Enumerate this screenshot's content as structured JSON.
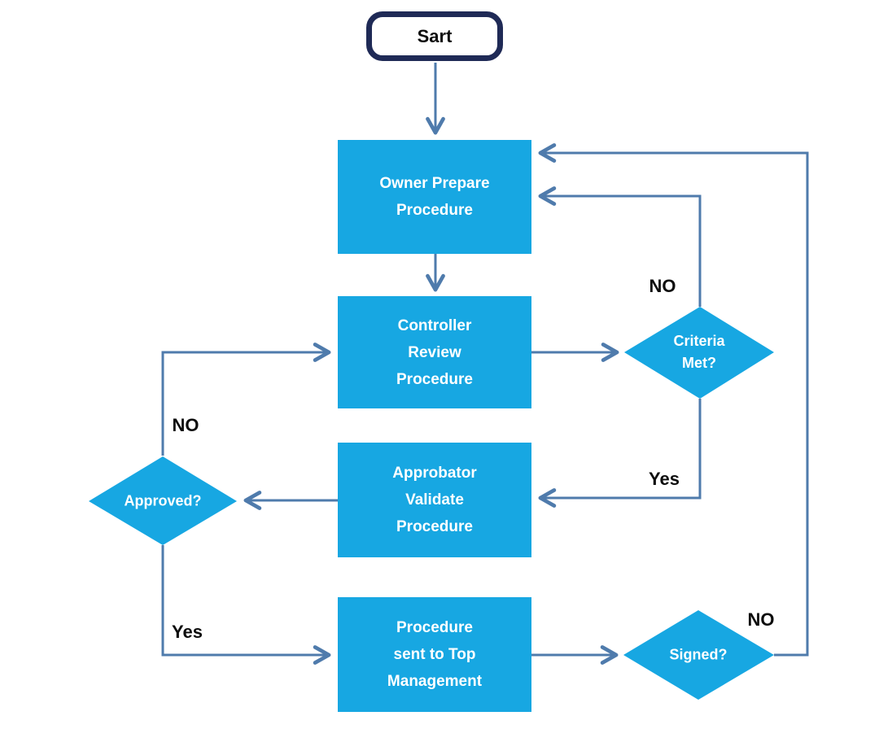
{
  "diagram": {
    "type": "flowchart",
    "colors": {
      "node_fill": "#17a7e2",
      "node_text": "#ffffff",
      "connector": "#4f7bac",
      "terminator_border": "#1f2a56",
      "edge_label_text": "#0d0d0d",
      "background": "#ffffff"
    },
    "nodes": {
      "start": {
        "label": "Sart",
        "type": "terminator"
      },
      "owner": {
        "label": "Owner Prepare\nProcedure",
        "type": "process"
      },
      "controller": {
        "label": "Controller\nReview\nProcedure",
        "type": "process"
      },
      "criteria": {
        "label": "Criteria\nMet?",
        "type": "decision"
      },
      "approbator": {
        "label": "Approbator\nValidate\nProcedure",
        "type": "process"
      },
      "approved": {
        "label": "Approved?",
        "type": "decision"
      },
      "procedure_sent": {
        "label": "Procedure\nsent to Top\nManagement",
        "type": "process"
      },
      "signed": {
        "label": "Signed?",
        "type": "decision"
      }
    },
    "edges": {
      "start_to_owner": {
        "from": "start",
        "to": "owner",
        "label": ""
      },
      "owner_to_controller": {
        "from": "owner",
        "to": "controller",
        "label": ""
      },
      "controller_to_criteria": {
        "from": "controller",
        "to": "criteria",
        "label": ""
      },
      "criteria_no_to_owner": {
        "from": "criteria",
        "to": "owner",
        "label": "NO"
      },
      "criteria_yes_to_approbator": {
        "from": "criteria",
        "to": "approbator",
        "label": "Yes"
      },
      "approbator_to_approved": {
        "from": "approbator",
        "to": "approved",
        "label": ""
      },
      "approved_no_to_controller": {
        "from": "approved",
        "to": "controller",
        "label": "NO"
      },
      "approved_yes_to_procedure": {
        "from": "approved",
        "to": "procedure_sent",
        "label": "Yes"
      },
      "procedure_to_signed": {
        "from": "procedure_sent",
        "to": "signed",
        "label": ""
      },
      "signed_no_to_owner": {
        "from": "signed",
        "to": "owner",
        "label": "NO"
      }
    }
  }
}
